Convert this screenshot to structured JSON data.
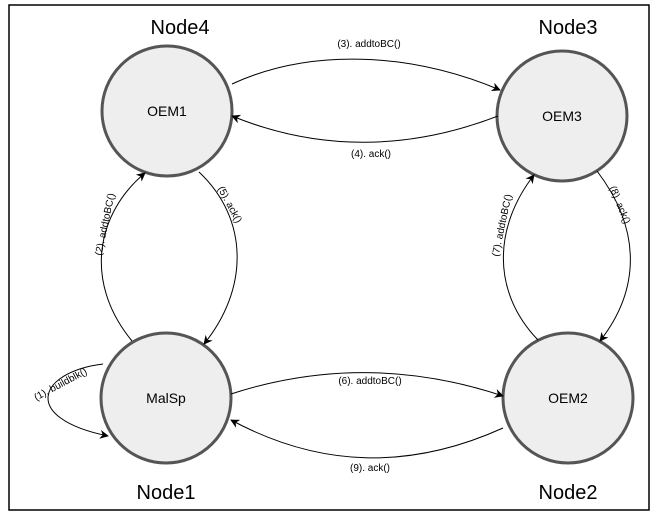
{
  "colors": {
    "node_fill": "#eeeeee",
    "node_stroke": "#555555",
    "line": "#000000",
    "background": "#ffffff"
  },
  "nodes": {
    "node4": {
      "title": "Node4",
      "label": "OEM1"
    },
    "node3": {
      "title": "Node3",
      "label": "OEM3"
    },
    "node1": {
      "title": "Node1",
      "label": "MalSp"
    },
    "node2": {
      "title": "Node2",
      "label": "OEM2"
    }
  },
  "edges": {
    "e1": "(1). buildblk()",
    "e2": "(2). addtoBC()",
    "e3": "(3). addtoBC()",
    "e4": "(4). ack()",
    "e5": "(5). ack()",
    "e6": "(6). addtoBC()",
    "e7": "(7). addtoBC()",
    "e8": "(8). ack()",
    "e9": "(9). ack()"
  }
}
